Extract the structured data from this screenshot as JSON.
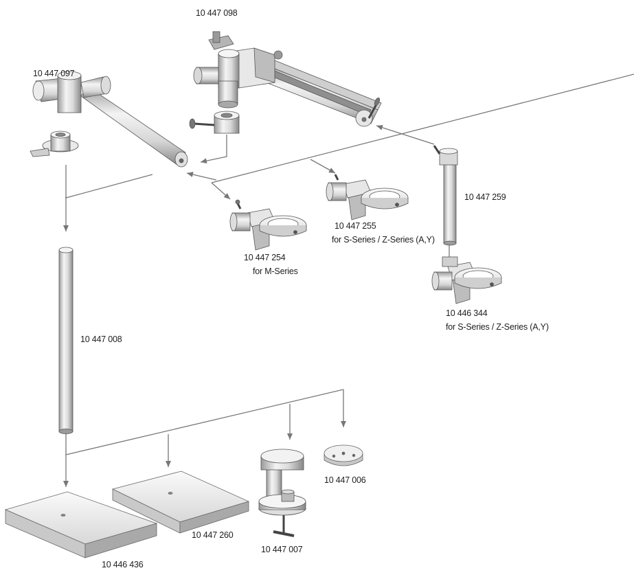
{
  "parts": {
    "arm_large": {
      "part_no": "10 447 098"
    },
    "arm_small": {
      "part_no": "10 447 097"
    },
    "focus_mount_m": {
      "part_no": "10 447 254",
      "desc": "for M-Series"
    },
    "focus_mount_sz": {
      "part_no": "10 447 255",
      "desc": "for S-Series / Z-Series (A,Y)"
    },
    "column_short": {
      "part_no": "10 447 259"
    },
    "focus_mount_sz_col": {
      "part_no": "10 446 344",
      "desc": "for S-Series / Z-Series (A,Y)"
    },
    "column_long": {
      "part_no": "10 447 008"
    },
    "base_large": {
      "part_no": "10 446 436"
    },
    "base_small": {
      "part_no": "10 447 260"
    },
    "table_clamp": {
      "part_no": "10 447 007"
    },
    "base_disc": {
      "part_no": "10 447 006"
    }
  },
  "colors": {
    "line": "#777777",
    "text": "#1e1e1e",
    "metal_light": "#eeeeee",
    "metal_mid": "#c4c4c4",
    "metal_dark": "#8a8a8a"
  }
}
